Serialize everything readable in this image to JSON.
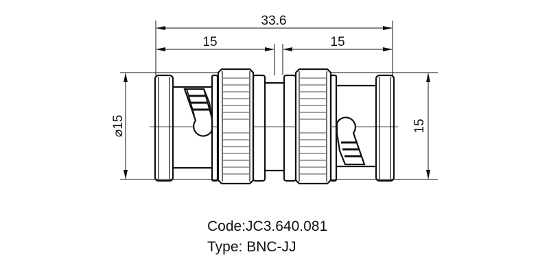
{
  "dimensions": {
    "overall_length": "33.6",
    "left_half_length": "15",
    "right_half_length": "15",
    "left_diameter": "⌀15",
    "left_diameter_symbol": "⌀",
    "left_diameter_value": "15",
    "right_height": "15"
  },
  "caption": {
    "code_line": "Code:JC3.640.081",
    "type_line": "Type: BNC-JJ"
  },
  "colors": {
    "line": "#111111",
    "background": "#ffffff"
  }
}
